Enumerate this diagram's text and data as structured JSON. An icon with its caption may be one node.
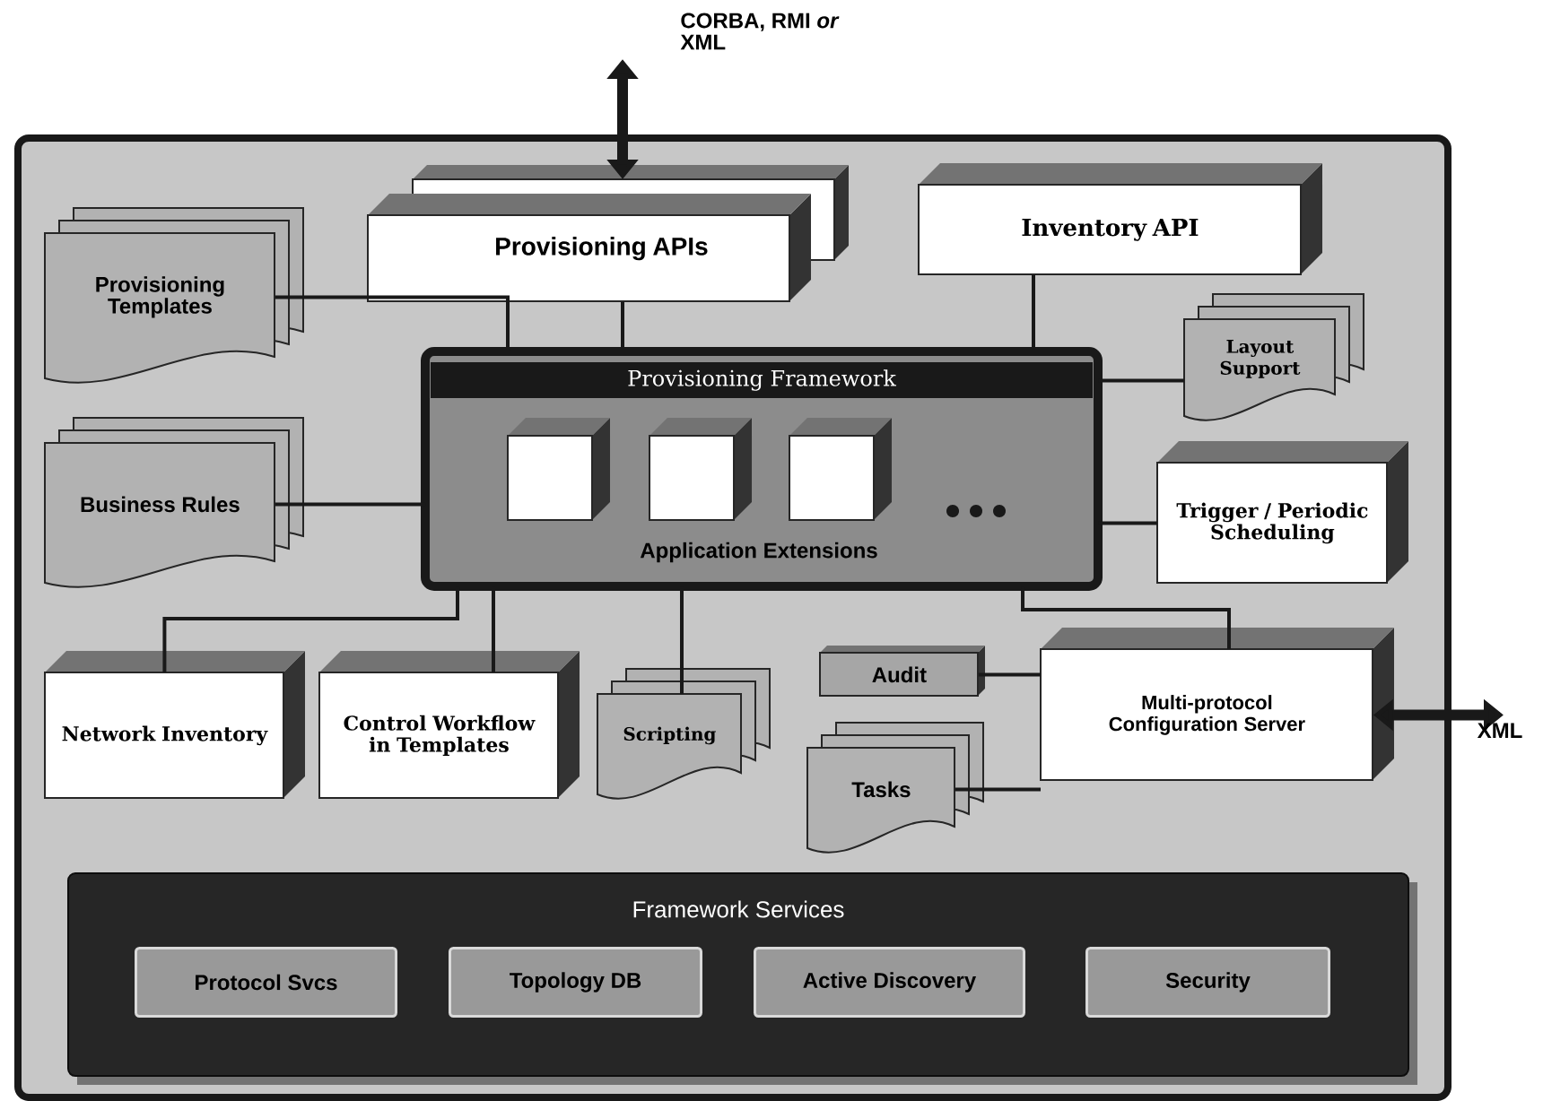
{
  "diagram": {
    "nodes": [
      {
        "text": [],
        "shape": "box"
      },
      {
        "text": [
          "Provisioning Templates"
        ],
        "in": 0
      },
      {
        "text": [
          "Provisioning APIs"
        ],
        "in": 0
      },
      {
        "text": [
          "Inventory API"
        ],
        "in": 0
      },
      {
        "text": [
          "Layout Support"
        ],
        "in": 0
      },
      {
        "text": [
          "Provisioning Framework",
          "Application Extensions"
        ],
        "in": 0
      },
      {
        "text": [],
        "shape": "box",
        "in": 5
      },
      {
        "text": [],
        "shape": "box",
        "in": 5
      },
      {
        "text": [],
        "shape": "box",
        "in": 5
      },
      {
        "text": [
          "Business Rules"
        ],
        "in": 0
      },
      {
        "text": [
          "Trigger / Periodic Scheduling"
        ],
        "in": 0
      },
      {
        "text": [
          "Network Inventory"
        ],
        "in": 0
      },
      {
        "text": [
          "Control Workflow in Templates"
        ],
        "in": 0
      },
      {
        "text": [
          "Scripting"
        ],
        "in": 0
      },
      {
        "text": [
          "Audit"
        ],
        "in": 0
      },
      {
        "text": [
          "Tasks"
        ],
        "in": 0
      },
      {
        "text": [
          "Multi-protocol Configuration Server"
        ],
        "in": 0
      },
      {
        "text": [
          "Framework Services"
        ],
        "in": 0
      },
      {
        "text": [
          "Protocol Svcs"
        ],
        "in": 17
      },
      {
        "text": [
          "Topology DB"
        ],
        "in": 17
      },
      {
        "text": [
          "Active Discovery"
        ],
        "in": 17
      },
      {
        "text": [
          "Security"
        ],
        "in": 17
      }
    ],
    "edges": [
      {
        "from": 2,
        "to": null,
        "arrow": "both",
        "style": "thick",
        "label": "CORBA, RMI *or* XML"
      },
      {
        "from": 16,
        "to": null,
        "arrow": "both",
        "style": "thick",
        "label": "XML"
      },
      {
        "from": 1,
        "to": 5,
        "arrow": "none"
      },
      {
        "from": 2,
        "to": 5,
        "arrow": "none"
      },
      {
        "from": 3,
        "to": 5,
        "arrow": "none"
      },
      {
        "from": 4,
        "to": 5,
        "arrow": "none"
      },
      {
        "from": 9,
        "to": 5,
        "arrow": "none"
      },
      {
        "from": 10,
        "to": 5,
        "arrow": "none"
      },
      {
        "from": 5,
        "to": 11,
        "arrow": "none"
      },
      {
        "from": 5,
        "to": 12,
        "arrow": "none"
      },
      {
        "from": 5,
        "to": 13,
        "arrow": "none"
      },
      {
        "from": 5,
        "to": 16,
        "arrow": "none"
      },
      {
        "from": 14,
        "to": 16,
        "arrow": "none"
      },
      {
        "from": 15,
        "to": 16,
        "arrow": "none"
      }
    ]
  }
}
